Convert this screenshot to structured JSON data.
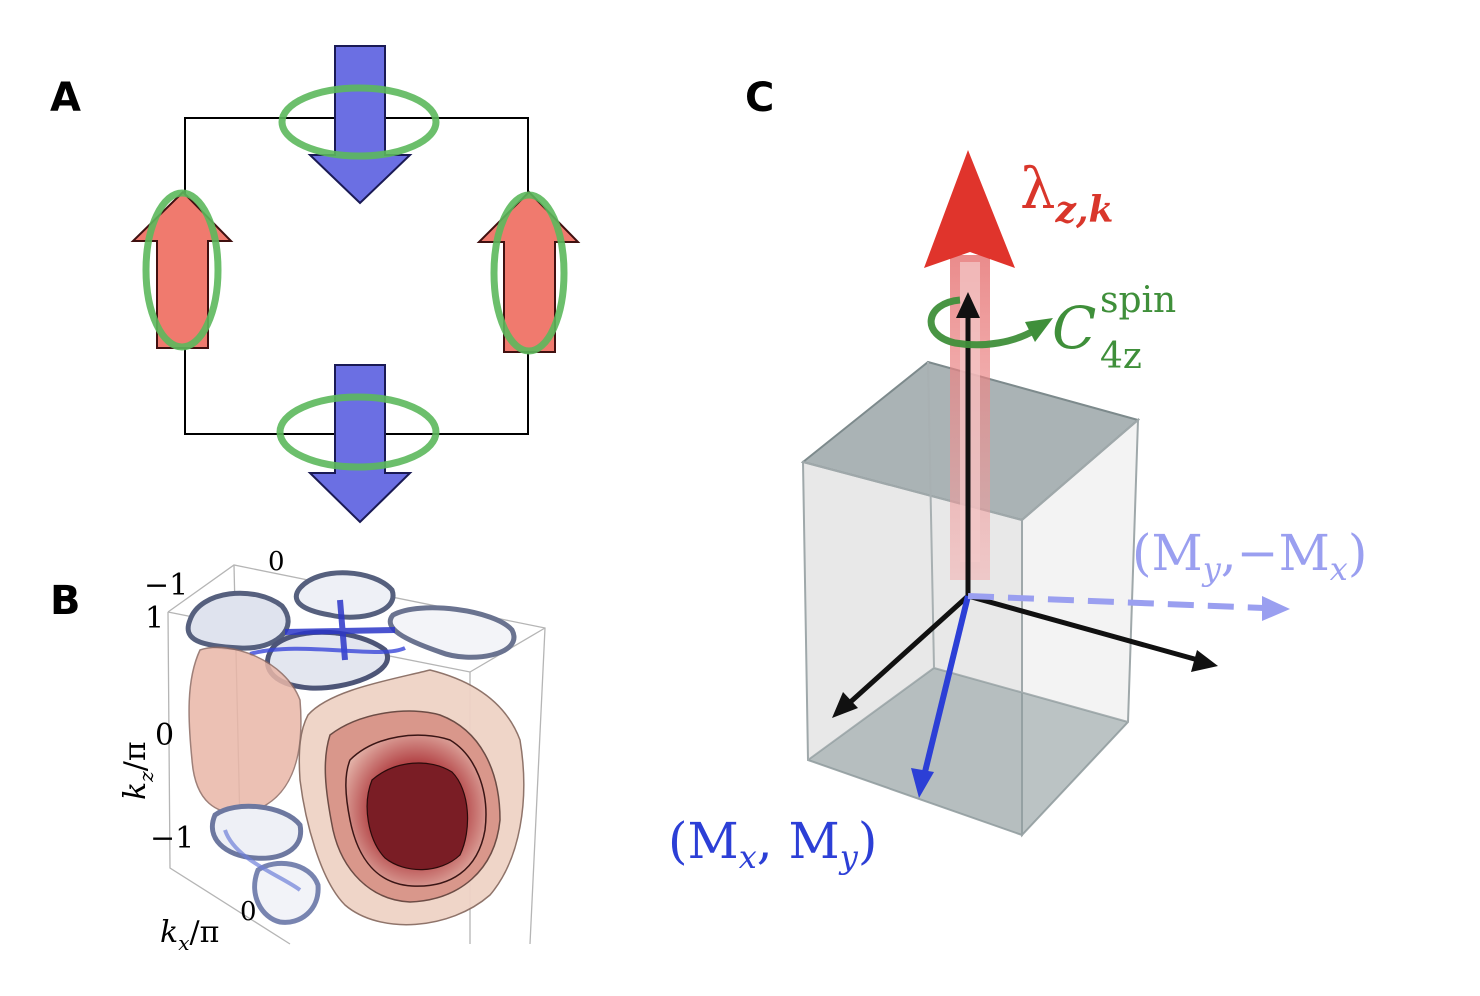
{
  "panels": {
    "a": {
      "letter": "A"
    },
    "b": {
      "letter": "B",
      "labels": {
        "kz": "k",
        "kz_sub": "z",
        "kx": "k",
        "kx_sub": "x",
        "pi": "/π",
        "tick_top_minus1": "−1",
        "tick_top_1": "1",
        "tick_zero_cut": "0",
        "tick_mid_0": "0",
        "tick_low_minus1": "−1",
        "tick_kx_0": "0"
      }
    },
    "c": {
      "letter": "C",
      "labels": {
        "lambda": "λ",
        "lambda_sub": "z,k",
        "rot_main": "C",
        "rot_sup": "spin",
        "rot_sub": "4z",
        "vec_a": "(M",
        "vec_a_x": "x",
        "vec_a_mid": ", M",
        "vec_a_y": "y",
        "vec_a_close": ")",
        "vec_b": "(M",
        "vec_b_y": "y",
        "vec_b_mid": ",−M",
        "vec_b_x": "x",
        "vec_b_close": ")"
      }
    }
  },
  "colors": {
    "blue_arrow": "#6b6fe3",
    "red_arrow": "#f07a6e",
    "green_ring": "#5cb85c",
    "lambda_red": "#d9362b",
    "rot_green": "#3f8f3a",
    "vec_blue": "#2c3fd6",
    "vec_light": "#9a9ff0"
  }
}
